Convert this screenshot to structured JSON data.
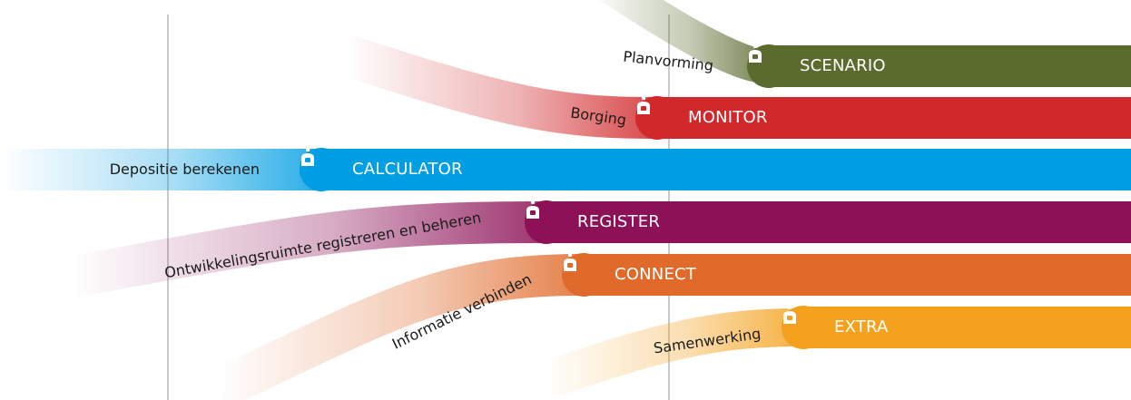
{
  "products": [
    {
      "id": "scenario",
      "name": "SCENARIO",
      "caption": "Planvorming",
      "color": "#5b6b2e"
    },
    {
      "id": "monitor",
      "name": "MONITOR",
      "caption": "Borging",
      "color": "#d1282b"
    },
    {
      "id": "calculator",
      "name": "CALCULATOR",
      "caption": "Depositie berekenen",
      "color": "#019ee3"
    },
    {
      "id": "register",
      "name": "REGISTER",
      "caption": "Ontwikkelingsruimte registreren en beheren",
      "color": "#8c1156"
    },
    {
      "id": "connect",
      "name": "CONNECT",
      "caption": "Informatie verbinden",
      "color": "#e06a2a"
    },
    {
      "id": "extra",
      "name": "EXTRA",
      "caption": "Samenwerking",
      "color": "#f4a11d"
    }
  ],
  "icon": "aerius-logo-icon",
  "grid": "two vertical lines"
}
